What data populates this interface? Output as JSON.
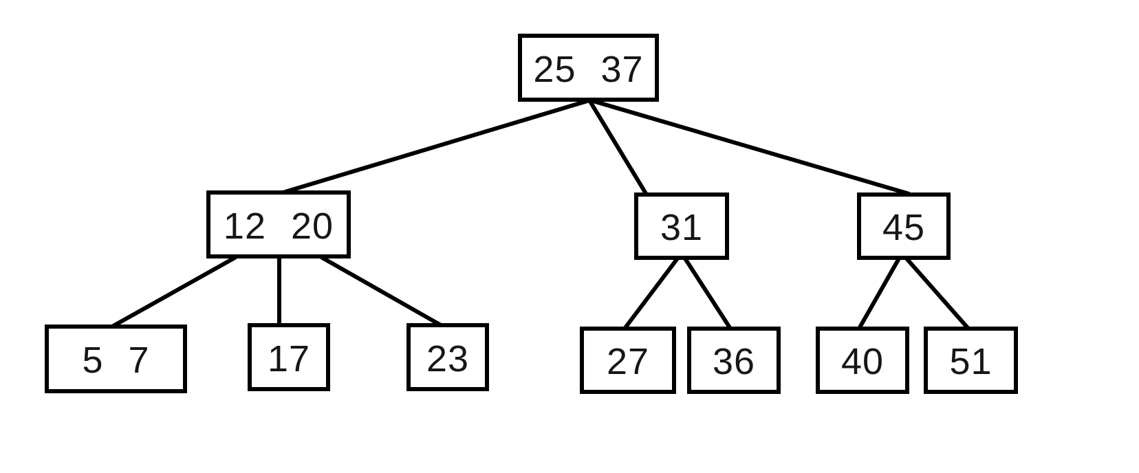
{
  "diagram": {
    "title": "b-tree-diagram",
    "background_color": "#ffffff",
    "line_color": "#000000",
    "text_color": "#161616"
  },
  "tree": {
    "type": "2-3-b-tree",
    "nodes": [
      {
        "id": "root",
        "level": 0,
        "keys": [
          "25",
          "37"
        ]
      },
      {
        "id": "n1220",
        "level": 1,
        "keys": [
          "12",
          "20"
        ]
      },
      {
        "id": "n31",
        "level": 1,
        "keys": [
          "31"
        ]
      },
      {
        "id": "n45",
        "level": 1,
        "keys": [
          "45"
        ]
      },
      {
        "id": "n57",
        "level": 2,
        "keys": [
          "5",
          "7"
        ]
      },
      {
        "id": "n17",
        "level": 2,
        "keys": [
          "17"
        ]
      },
      {
        "id": "n23",
        "level": 2,
        "keys": [
          "23"
        ]
      },
      {
        "id": "n27",
        "level": 2,
        "keys": [
          "27"
        ]
      },
      {
        "id": "n36",
        "level": 2,
        "keys": [
          "36"
        ]
      },
      {
        "id": "n40",
        "level": 2,
        "keys": [
          "40"
        ]
      },
      {
        "id": "n51",
        "level": 2,
        "keys": [
          "51"
        ]
      }
    ],
    "edges": [
      {
        "from": "root",
        "to": "n1220"
      },
      {
        "from": "root",
        "to": "n31"
      },
      {
        "from": "root",
        "to": "n45"
      },
      {
        "from": "n1220",
        "to": "n57"
      },
      {
        "from": "n1220",
        "to": "n17"
      },
      {
        "from": "n1220",
        "to": "n23"
      },
      {
        "from": "n31",
        "to": "n27"
      },
      {
        "from": "n31",
        "to": "n36"
      },
      {
        "from": "n45",
        "to": "n40"
      },
      {
        "from": "n45",
        "to": "n51"
      }
    ]
  }
}
